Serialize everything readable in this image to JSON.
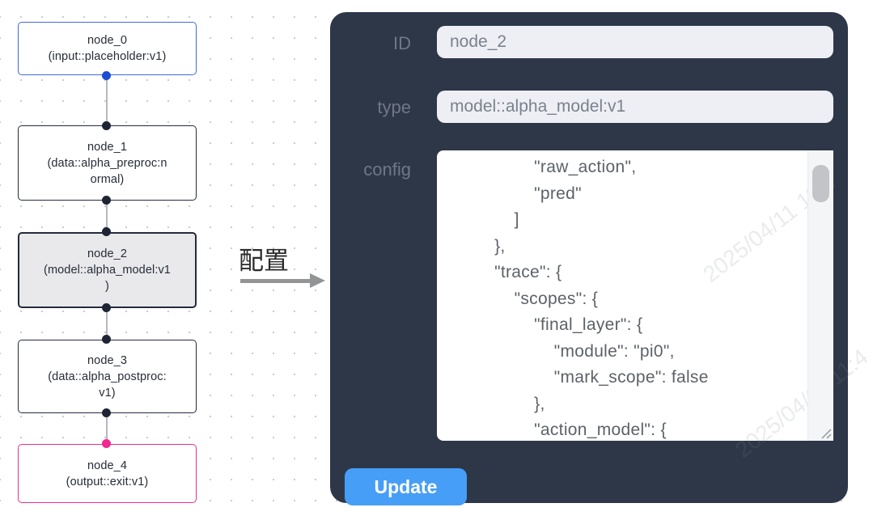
{
  "flow": {
    "nodes": [
      {
        "id": "node_0",
        "lines": [
          "node_0",
          "(input::placeholder:v1)"
        ]
      },
      {
        "id": "node_1",
        "lines": [
          "node_1",
          "(data::alpha_preproc:n",
          "ormal)"
        ]
      },
      {
        "id": "node_2",
        "lines": [
          "node_2",
          "(model::alpha_model:v1",
          ")"
        ]
      },
      {
        "id": "node_3",
        "lines": [
          "node_3",
          "(data::alpha_postproc:",
          "v1)"
        ]
      },
      {
        "id": "node_4",
        "lines": [
          "node_4",
          "(output::exit:v1)"
        ]
      }
    ],
    "colors": {
      "input_node_border": "#3f6cd3",
      "default_node_border": "#232b3e",
      "selected_node_fill": "#e9e9eb",
      "output_node_border": "#eb2f88",
      "input_port": "#1c4cd6",
      "default_port": "#1d2434",
      "output_port": "#f2278f",
      "edge": "#b6b9bf"
    }
  },
  "annotation": {
    "label": "配置"
  },
  "panel": {
    "background": "#2d3748",
    "fields": {
      "id": {
        "label": "ID",
        "value": "node_2"
      },
      "type": {
        "label": "type",
        "value": "model::alpha_model:v1"
      },
      "config": {
        "label": "config",
        "value": "                \"raw_action\",\n                \"pred\"\n            ]\n        },\n        \"trace\": {\n            \"scopes\": {\n                \"final_layer\": {\n                    \"module\": \"pi0\",\n                    \"mark_scope\": false\n                },\n                \"action_model\": {"
      }
    },
    "update_label": "Update",
    "button_color": "#479ef7"
  },
  "watermark": "2025/04/11 11:4"
}
